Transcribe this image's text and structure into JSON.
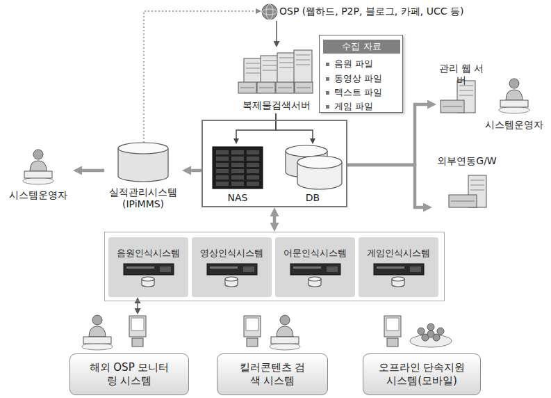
{
  "diagram": {
    "nodes": [
      {
        "text": [
          "OSP (웹하드, P2P, 블로그, 카페, UCC 등)"
        ]
      },
      {
        "text": [
          "수집 자료",
          "음원 파일",
          "동영상 파일",
          "텍스트 파일",
          "게임 파일"
        ]
      },
      {
        "text": [
          "복제물검색서버"
        ]
      },
      {
        "text": []
      },
      {
        "text": [
          "NAS"
        ],
        "in": 3
      },
      {
        "text": [
          "DB"
        ],
        "in": 3
      },
      {
        "text": [
          "관리 웹 서버"
        ]
      },
      {
        "text": [
          "시스템운영자"
        ]
      },
      {
        "text": [
          "외부연동G/W"
        ]
      },
      {
        "text": [
          "실적관리시스템 (IPiMMS)"
        ]
      },
      {
        "text": [
          "시스템운영자"
        ]
      },
      {
        "text": []
      },
      {
        "text": [
          "음원인식시스템"
        ],
        "in": 11
      },
      {
        "text": [
          "영상인식시스템"
        ],
        "in": 11
      },
      {
        "text": [
          "어문인식시스템"
        ],
        "in": 11
      },
      {
        "text": [
          "게임인식시스템"
        ],
        "in": 11
      },
      {
        "text": [
          "해외 OSP 모니터링 시스템"
        ]
      },
      {
        "text": [
          "킬러콘텐츠 검색 시스템"
        ]
      },
      {
        "text": [
          "오프라인 단속지원 시스템(모바일)"
        ]
      }
    ],
    "edges": [
      {
        "from": 0,
        "to": 2,
        "arrow": "to"
      },
      {
        "from": 2,
        "to": 4,
        "arrow": "to"
      },
      {
        "from": 2,
        "to": 5,
        "arrow": "to"
      },
      {
        "from": 3,
        "to": 6,
        "arrow": "to"
      },
      {
        "from": 3,
        "to": 8,
        "arrow": "to"
      },
      {
        "from": 3,
        "to": 9,
        "arrow": "to"
      },
      {
        "from": 9,
        "to": 10,
        "arrow": "to"
      },
      {
        "from": 9,
        "to": 0,
        "arrow": "to"
      },
      {
        "from": 3,
        "to": 11,
        "arrow": "both"
      },
      {
        "from": 12,
        "to": 16,
        "arrow": "both"
      }
    ]
  }
}
